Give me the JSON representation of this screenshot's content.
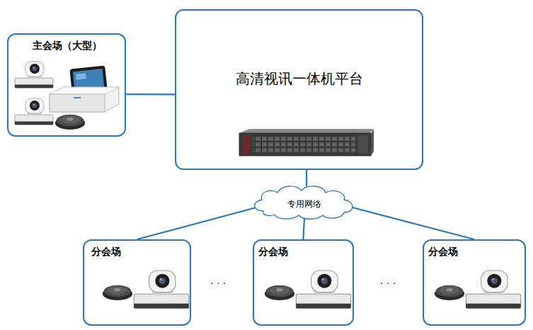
{
  "diagram": {
    "nodes": [
      {
        "text": [
          "主会场（大型）"
        ]
      },
      {
        "text": [
          "高清视讯一体机平台"
        ]
      },
      {
        "text": [
          "专用网络"
        ]
      },
      {
        "text": [
          "分会场"
        ]
      },
      {
        "text": [
          "分会场"
        ]
      },
      {
        "text": [
          "分会场"
        ]
      }
    ],
    "edges": [
      {
        "from": 0,
        "to": 1,
        "arrow": "none"
      },
      {
        "from": 1,
        "to": 2,
        "arrow": "none"
      },
      {
        "from": 2,
        "to": 3,
        "arrow": "none"
      },
      {
        "from": 2,
        "to": 4,
        "arrow": "none"
      },
      {
        "from": 2,
        "to": 5,
        "arrow": "none"
      }
    ],
    "labels": [
      "· · ·",
      "· · ·"
    ]
  }
}
